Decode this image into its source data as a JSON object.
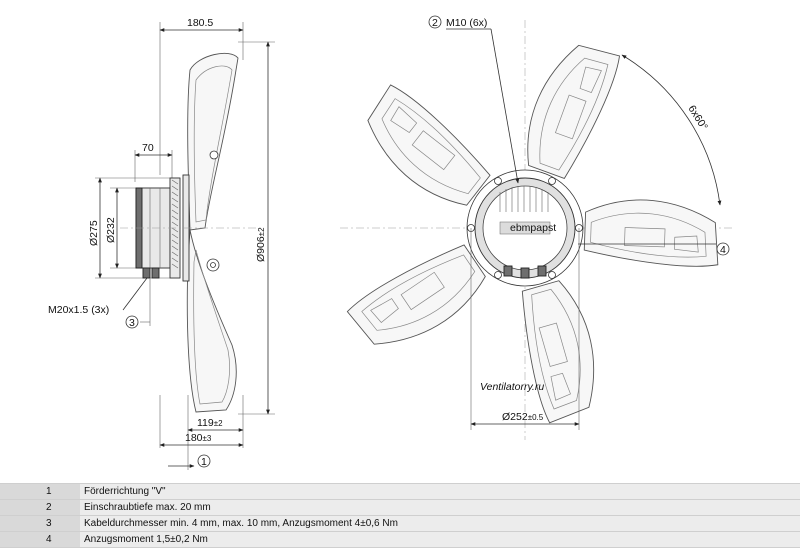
{
  "side_view": {
    "width_total": "180.5",
    "motor_depth": "70",
    "dia_outer": "Ø275",
    "dia_inner": "Ø232",
    "dia_fan": "Ø906",
    "dia_fan_tol": "±2",
    "cable_gland": "M20x1.5 (3x)",
    "depth_a": "119",
    "depth_a_tol": "±2",
    "depth_b": "180",
    "depth_b_tol": "±3",
    "callout_1": "1",
    "callout_3": "3"
  },
  "front_view": {
    "callout_2": "2",
    "thread": "M10 (6x)",
    "angle": "6x60°",
    "callout_4": "4",
    "bolt_circle": "Ø252",
    "bolt_circle_tol": "±0.5",
    "hub_brand": "ebmpapst"
  },
  "watermark": "Ventilatorry.ru",
  "legend": [
    {
      "num": "1",
      "text": "Förderrichtung \"V\""
    },
    {
      "num": "2",
      "text": "Einschraubtiefe max. 20 mm"
    },
    {
      "num": "3",
      "text": "Kabeldurchmesser min. 4 mm, max. 10 mm, Anzugsmoment 4±0,6 Nm"
    },
    {
      "num": "4",
      "text": "Anzugsmoment 1,5±0,2 Nm"
    }
  ]
}
